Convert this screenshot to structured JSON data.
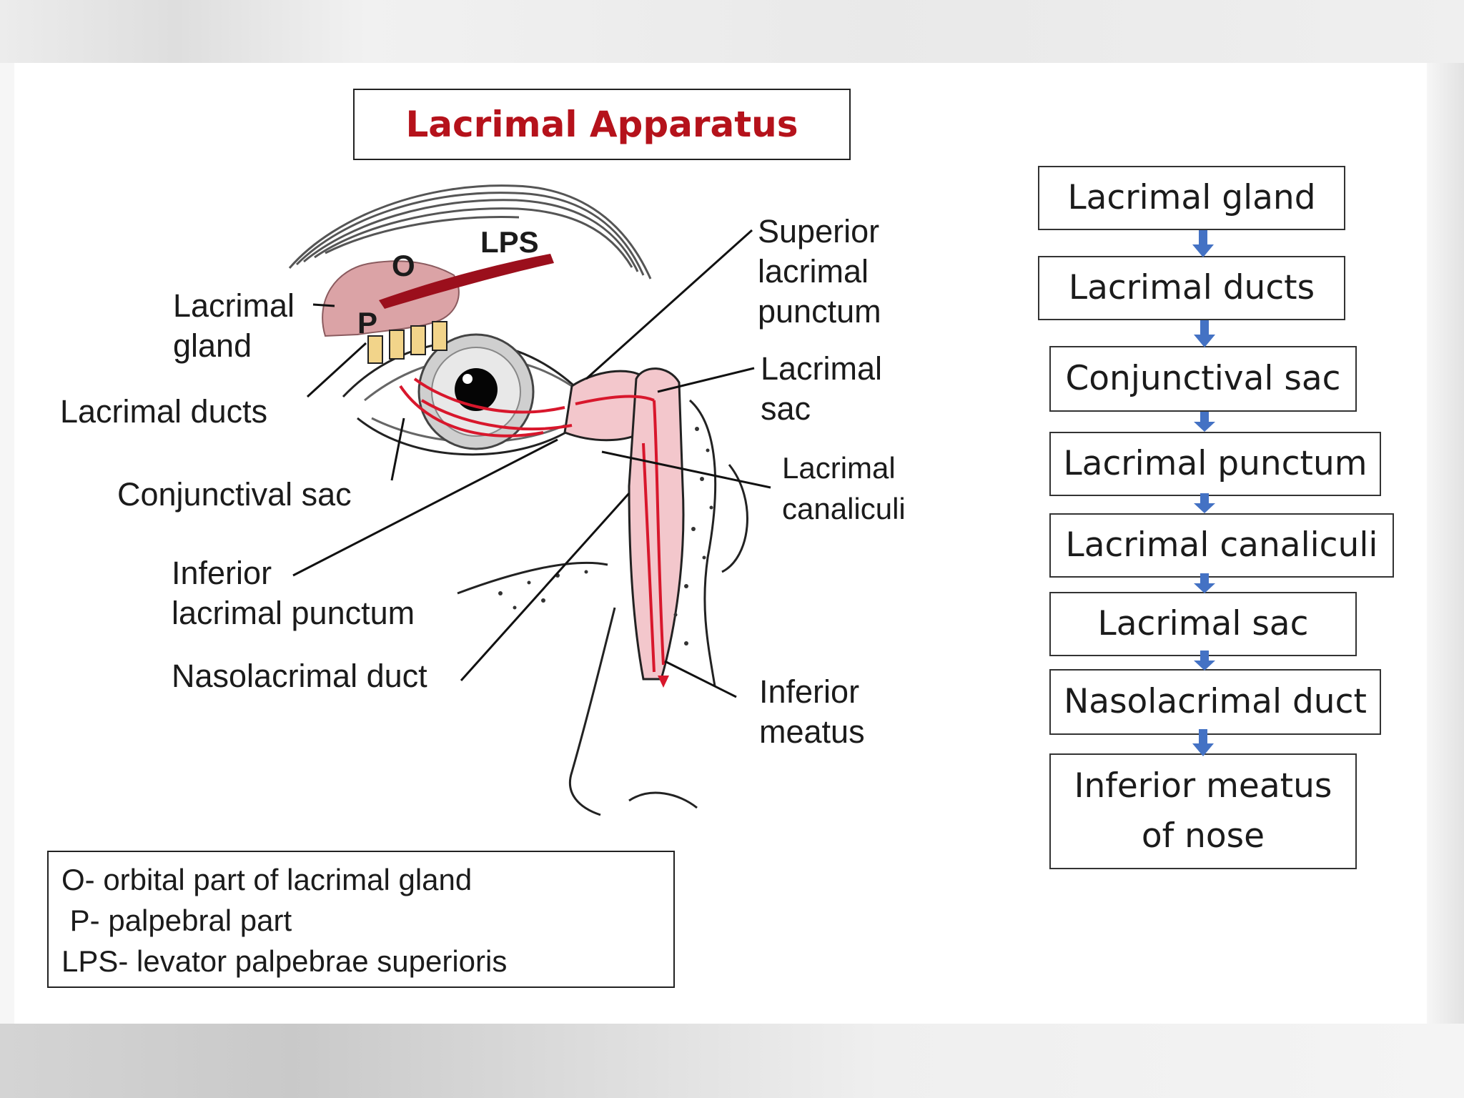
{
  "title": "Lacrimal Apparatus",
  "diagram_labels": {
    "lps": "LPS",
    "o": "O",
    "p": "P",
    "lacrimal_gland_1": "Lacrimal",
    "lacrimal_gland_2": "gland",
    "lacrimal_ducts": "Lacrimal ducts",
    "conjunctival_sac": "Conjunctival sac",
    "inferior_punctum_1": "Inferior",
    "inferior_punctum_2": "lacrimal punctum",
    "nasolacrimal_duct": "Nasolacrimal duct",
    "superior_punctum_1": "Superior",
    "superior_punctum_2": "lacrimal",
    "superior_punctum_3": "punctum",
    "lacrimal_sac_1": "Lacrimal",
    "lacrimal_sac_2": "sac",
    "canaliculi_1": "Lacrimal",
    "canaliculi_2": "canaliculi",
    "inferior_meatus_1": "Inferior",
    "inferior_meatus_2": "meatus"
  },
  "legend": [
    "O- orbital part of lacrimal gland",
    " P- palpebral part",
    "LPS- levator palpebrae superioris"
  ],
  "flow": {
    "arrow_color": "#4472c4",
    "steps": [
      {
        "label": "Lacrimal gland"
      },
      {
        "label": "Lacrimal ducts"
      },
      {
        "label": "Conjunctival sac"
      },
      {
        "label": "Lacrimal punctum"
      },
      {
        "label": "Lacrimal canaliculi"
      },
      {
        "label": "Lacrimal sac"
      },
      {
        "label": "Nasolacrimal duct"
      },
      {
        "label": "Inferior meatus",
        "label2": "of nose"
      }
    ]
  },
  "colors": {
    "title": "#b5121b",
    "gland": "#dba3a6",
    "duct_pink": "#f3c7cc",
    "tear_flow": "#d8172c"
  }
}
